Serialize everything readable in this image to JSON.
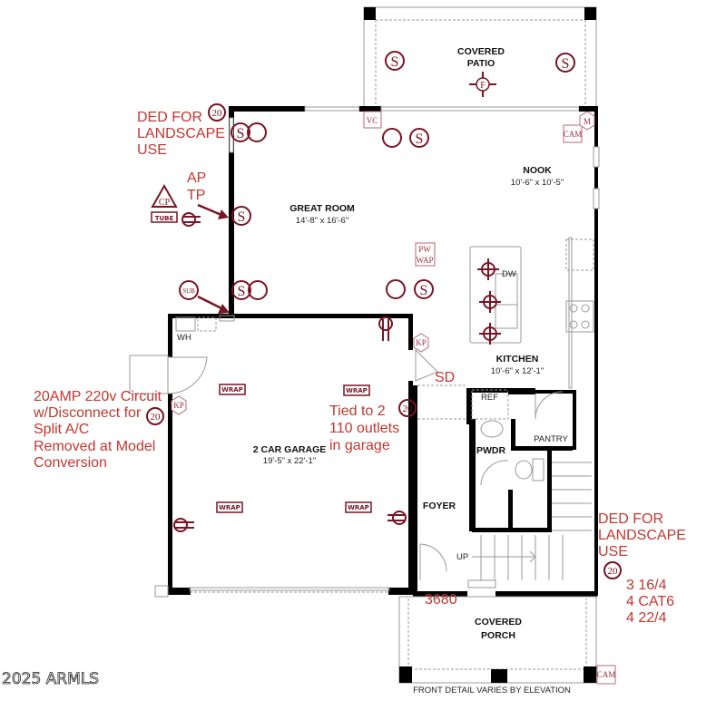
{
  "rooms": {
    "patio": {
      "line1": "COVERED",
      "line2": "PATIO"
    },
    "great_room": {
      "name": "GREAT ROOM",
      "dims": "14'-8\" x 16'-6\""
    },
    "nook": {
      "name": "NOOK",
      "dims": "10'-6\" x 10'-5\""
    },
    "kitchen": {
      "name": "KITCHEN",
      "dims": "10'-6\" x 12'-1\""
    },
    "garage": {
      "name": "2 CAR GARAGE",
      "dims": "19'-5\" x 22'-1\""
    },
    "pwdr": {
      "name": "PWDR"
    },
    "pantry": {
      "name": "PANTRY"
    },
    "foyer": {
      "name": "FOYER"
    },
    "porch": {
      "line1": "COVERED",
      "line2": "PORCH"
    }
  },
  "fixtures": {
    "wh": "WH",
    "dw": "DW",
    "ref": "REF",
    "up": "UP"
  },
  "symbols": {
    "switch": "S",
    "fan": "F",
    "circuit_20": "20",
    "vc": "VC",
    "m": "M",
    "cam": "CAM",
    "pw": "PW",
    "wap": "WAP",
    "kp": "KP",
    "cp": "CP",
    "tube": "TUBE",
    "sub": "SUB",
    "wrap": "WRAP"
  },
  "notes": {
    "landscape_left": [
      "DED FOR",
      "LANDSCAPE",
      "USE"
    ],
    "ap_tp": [
      "AP",
      "TP"
    ],
    "ac_circuit": [
      "20AMP 220v Circuit",
      "w/Disconnect for",
      "Split A/C",
      "Removed at Model",
      "Conversion"
    ],
    "garage_outlets": [
      "Tied to 2",
      "110 outlets",
      "in garage"
    ],
    "sd": "SD",
    "landscape_right": [
      "DED FOR",
      "LANDSCAPE",
      "USE"
    ],
    "wiring": [
      "3 16/4",
      "4 CAT6",
      "4 22/4"
    ],
    "door_size": "3680"
  },
  "footer": {
    "front_detail": "FRONT DETAIL VARIES BY ELEVATION",
    "watermark": "2025 ARMLS"
  },
  "colors": {
    "annotation": "#c4362f",
    "symbol": "#7a1424",
    "wall": "#000000"
  }
}
